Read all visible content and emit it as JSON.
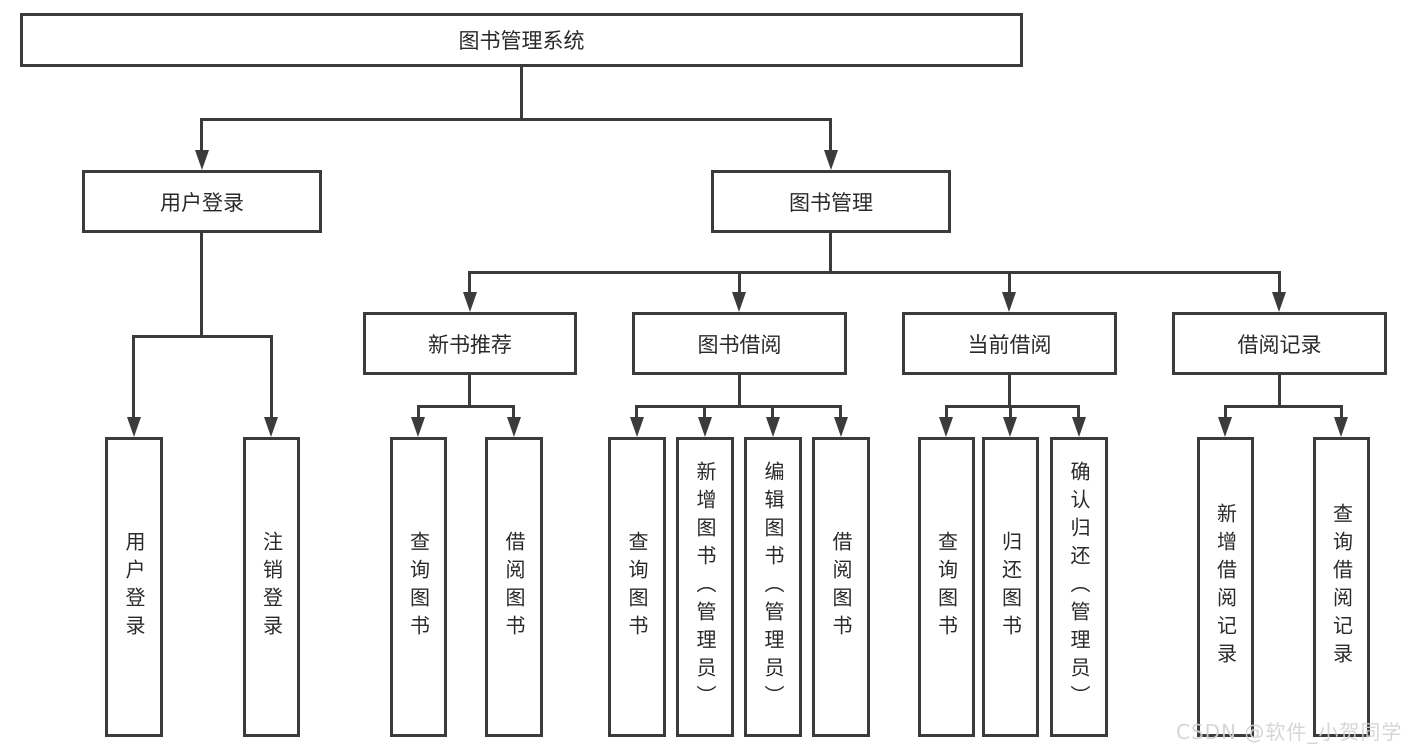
{
  "colors": {
    "line": "#3b3b3b",
    "text": "#2a2a2a",
    "background": "#ffffff",
    "watermark": "#d3d3d3"
  },
  "watermark": {
    "text": "CSDN @软件_小贺同学"
  },
  "nodes": {
    "root": {
      "label": "图书管理系统"
    },
    "level2": [
      {
        "id": "user-login",
        "label": "用户登录"
      },
      {
        "id": "book-management",
        "label": "图书管理"
      }
    ],
    "level3": [
      {
        "id": "new-book-recommend",
        "label": "新书推荐",
        "parent": "图书管理"
      },
      {
        "id": "book-borrowing",
        "label": "图书借阅",
        "parent": "图书管理"
      },
      {
        "id": "current-borrowing",
        "label": "当前借阅",
        "parent": "图书管理"
      },
      {
        "id": "borrowing-records",
        "label": "借阅记录",
        "parent": "图书管理"
      }
    ],
    "leaves": [
      {
        "id": "user-login-action",
        "label": "用户登录",
        "parent": "用户登录"
      },
      {
        "id": "logout-action",
        "label": "注销登录",
        "parent": "用户登录"
      },
      {
        "id": "query-books-recommend",
        "label": "查询图书",
        "parent": "新书推荐"
      },
      {
        "id": "borrow-books-recommend",
        "label": "借阅图书",
        "parent": "新书推荐"
      },
      {
        "id": "query-books-borrowing",
        "label": "查询图书",
        "parent": "图书借阅"
      },
      {
        "id": "add-books-admin",
        "label": "新增图书（管理员）",
        "parent": "图书借阅"
      },
      {
        "id": "edit-books-admin",
        "label": "编辑图书（管理员）",
        "parent": "图书借阅"
      },
      {
        "id": "borrow-books-borrowing",
        "label": "借阅图书",
        "parent": "图书借阅"
      },
      {
        "id": "query-books-current",
        "label": "查询图书",
        "parent": "当前借阅"
      },
      {
        "id": "return-books",
        "label": "归还图书",
        "parent": "当前借阅"
      },
      {
        "id": "confirm-return-admin",
        "label": "确认归还（管理员）",
        "parent": "当前借阅"
      },
      {
        "id": "add-borrow-record",
        "label": "新增借阅记录",
        "parent": "借阅记录"
      },
      {
        "id": "query-borrow-record",
        "label": "查询借阅记录",
        "parent": "借阅记录"
      }
    ]
  }
}
